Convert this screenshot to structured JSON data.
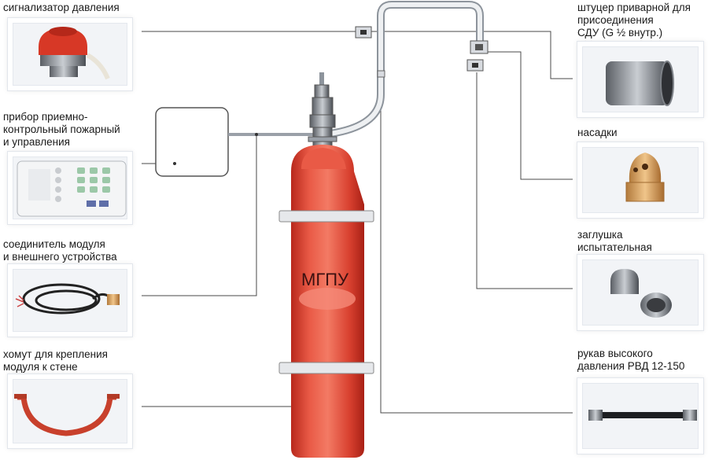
{
  "labels": {
    "pressure_switch": "сигнализатор давления",
    "control_panel": "прибор приемно-\nконтрольный пожарный\nи управления",
    "connector": "соединитель модуля\nи внешнего устройства",
    "clamp": "хомут для крепления\nмодуля к стене",
    "fitting": "штуцер приварной для\nприсоединения\nСДУ (G ½ внутр.)",
    "nozzles": "насадки",
    "test_plug": "заглушка\nиспытательная",
    "hose": "рукав высокого\nдавления РВД 12-150"
  },
  "cylinder_label": "МГПУ",
  "colors": {
    "cylinder": "#e8503f",
    "clamp": "#c8402c",
    "line": "#4a4a4a"
  }
}
